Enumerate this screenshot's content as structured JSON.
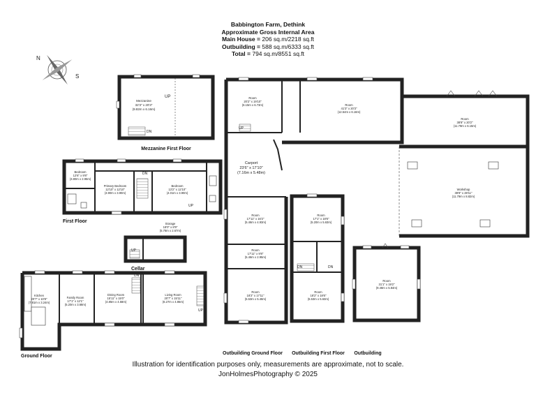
{
  "header": {
    "property": "Babbington Farm, Dethink",
    "subtitle": "Approximate Gross Internal Area",
    "main_house_label": "Main House =",
    "main_house_value": "206 sq.m/2218 sq.ft",
    "outbuilding_label": "Outbuilding =",
    "outbuilding_value": "588 sq.m/6333 sq.ft",
    "total_label": "Total =",
    "total_value": "794 sq.m/8551 sq.ft"
  },
  "compass": {
    "letters": [
      "N",
      "S"
    ]
  },
  "floors": {
    "mezzanine": "Mezzanine First Floor",
    "first": "First Floor",
    "cellar": "Cellar",
    "ground": "Ground Floor",
    "outbuilding_ground": "Outbuilding Ground Floor",
    "outbuilding_first": "Outbuilding  First Floor",
    "outbuilding": "Outbuilding"
  },
  "rooms": {
    "mezzanine": {
      "name": "Mezzanine",
      "dims": "32'3\" x 20'3\"",
      "metric": "(9.82m x 6.16m)",
      "up": "UP",
      "dn": "DN"
    },
    "fb1": {
      "name": "Bedroom",
      "dims": "12'6\" x 9'8\"",
      "metric": "(3.80m x 2.95m)"
    },
    "primary": {
      "name": "Primary Bedroom",
      "dims": "12'10\" x 12'10\"",
      "metric": "(3.90m x 3.90m)"
    },
    "fb2": {
      "name": "Bedroom",
      "dims": "13'2\" x 12'10\"",
      "metric": "(4.01m x 3.90m)"
    },
    "storage": {
      "name": "Storage",
      "dims": "18'0\" x 8'9\"",
      "metric": "(5.78m x 2.67m)"
    },
    "kitchen": {
      "name": "Kitchen",
      "dims": "20'7\" x 10'8\"",
      "metric": "(7.81m x 3.24m)"
    },
    "family": {
      "name": "Family Room",
      "dims": "17'1\" x 12'1\"",
      "metric": "(5.20m x 3.68m)"
    },
    "dining": {
      "name": "Dining Room",
      "dims": "15'11\" x 15'0\"",
      "metric": "(4.85m x 4.58m)"
    },
    "living": {
      "name": "Living Room",
      "dims": "20'7\" x 15'11\"",
      "metric": "(6.27m x 4.85m)"
    },
    "og_room1": {
      "name": "Room",
      "dims": "20'2\" x 19'10\"",
      "metric": "(6.15m x 6.73m)"
    },
    "og_room2": {
      "name": "Room",
      "dims": "41'3\" x 20'3\"",
      "metric": "(12.54m x 6.16m)"
    },
    "og_room3": {
      "name": "Room",
      "dims": "38'8\" x 20'2\"",
      "metric": "(11.79m x 6.15m)"
    },
    "carport": {
      "name": "Carport",
      "dims": "23'6\" x 17'10\"",
      "metric": "(7.16m x 5.48m)"
    },
    "workshop": {
      "name": "Workshop",
      "dims": "38'8\" x 28'11\"",
      "metric": "(11.79m x 8.82m)"
    },
    "og_room4": {
      "name": "Room",
      "dims": "17'11\" x 16'2\"",
      "metric": "(5.46m x 4.93m)"
    },
    "og_room5": {
      "name": "Room",
      "dims": "17'11\" x 9'8\"",
      "metric": "(5.46m x 2.95m)"
    },
    "og_room6": {
      "name": "Room",
      "dims": "18'2\" x 17'11\"",
      "metric": "(5.53m x 5.46m)"
    },
    "of_room1": {
      "name": "Room",
      "dims": "17'1\" x 18'6\"",
      "metric": "(5.20m x 5.63m)"
    },
    "of_room2": {
      "name": "Room",
      "dims": "18'2\" x 18'6\"",
      "metric": "(5.53m x 5.63m)"
    },
    "ob_room": {
      "name": "Room",
      "dims": "31'1\" x 19'2\"",
      "metric": "(9.48m x 5.84m)"
    }
  },
  "labels": {
    "up": "UP",
    "dn": "DN"
  },
  "footer": {
    "disclaimer": "Illustration for identification purposes only, measurements are approximate, not to scale.",
    "credit": "JonHolmesPhotography © 2025"
  }
}
